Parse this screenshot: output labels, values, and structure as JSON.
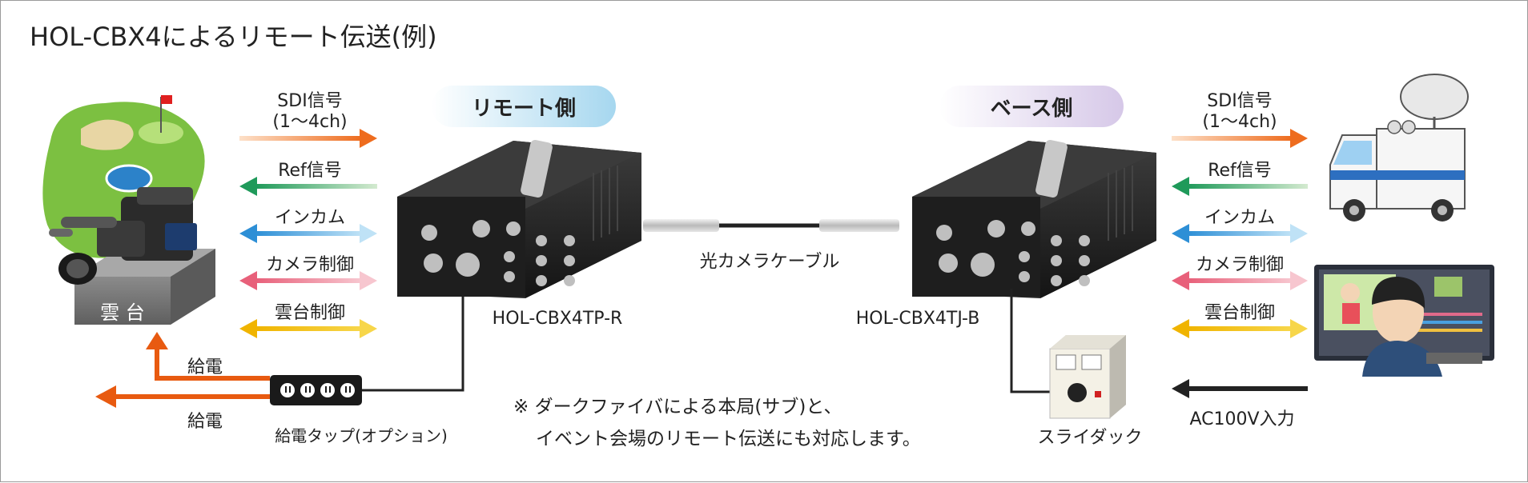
{
  "title": "HOL-CBX4によるリモート伝送(例)",
  "sections": {
    "remote": "リモート側",
    "base": "ベース側"
  },
  "left_signals": {
    "sdi_line1": "SDI信号",
    "sdi_line2": "(1～4ch)",
    "ref": "Ref信号",
    "intercom": "インカム",
    "camera_control": "カメラ制御",
    "pan_tilt_control": "雲台制御"
  },
  "right_signals": {
    "sdi_line1": "SDI信号",
    "sdi_line2": "(1～4ch)",
    "ref": "Ref信号",
    "intercom": "インカム",
    "camera_control": "カメラ制御",
    "pan_tilt_control": "雲台制御",
    "ac_input": "AC100V入力"
  },
  "camera_mount": "雲 台",
  "power_feed_1": "給電",
  "power_feed_2": "給電",
  "power_strip": "給電タップ(オプション)",
  "remote_unit": "HOL-CBX4TP-R",
  "base_unit": "HOL-CBX4TJ-B",
  "cable": "光カメラケーブル",
  "transformer": "スライダック",
  "note_line1": "※ ダークファイバによる本局(サブ)と、",
  "note_line2": "イベント会場のリモート伝送にも対応します。",
  "colors": {
    "sdi": "#ee6c1e",
    "ref": "#1f9a5a",
    "intercom": "#2d8fd6",
    "camera_control": "#e8607a",
    "pan_tilt": "#f0b400",
    "power": "#e85a10",
    "ac": "#222222",
    "remote_badge": "#a6d7ef",
    "base_badge": "#d6c8e8"
  },
  "icons": [
    "golf-course-icon",
    "video-camera-icon",
    "broadcast-van-icon",
    "editor-person-icon",
    "power-strip-icon",
    "slidac-transformer-icon",
    "fiber-cable-icon"
  ]
}
